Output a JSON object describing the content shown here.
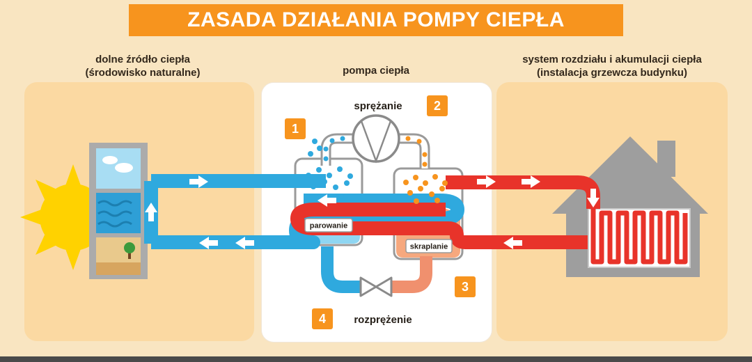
{
  "title": "ZASADA DZIAŁANIA POMPY CIEPŁA",
  "columns": {
    "source": {
      "title_line1": "dolne  źródło ciepła",
      "title_line2": "(środowisko naturalne)"
    },
    "pump": {
      "title_line1": "pompa ciepła"
    },
    "distribution": {
      "title_line1": "system rozdziału i akumulacji ciepła",
      "title_line2": "(instalacja grzewcza budynku)"
    }
  },
  "steps": [
    {
      "number": "1",
      "label": "parowanie"
    },
    {
      "number": "2",
      "label": "sprężanie"
    },
    {
      "number": "3",
      "label": "skraplanie"
    },
    {
      "number": "4",
      "label": "rozprężenie"
    }
  ],
  "colors": {
    "accent_orange": "#F7941E",
    "cold_blue": "#2FA9DE",
    "hot_red": "#E8332A",
    "warm_salmon": "#F0906E",
    "sun_yellow": "#FFD200",
    "house_gray": "#9E9E9E"
  }
}
